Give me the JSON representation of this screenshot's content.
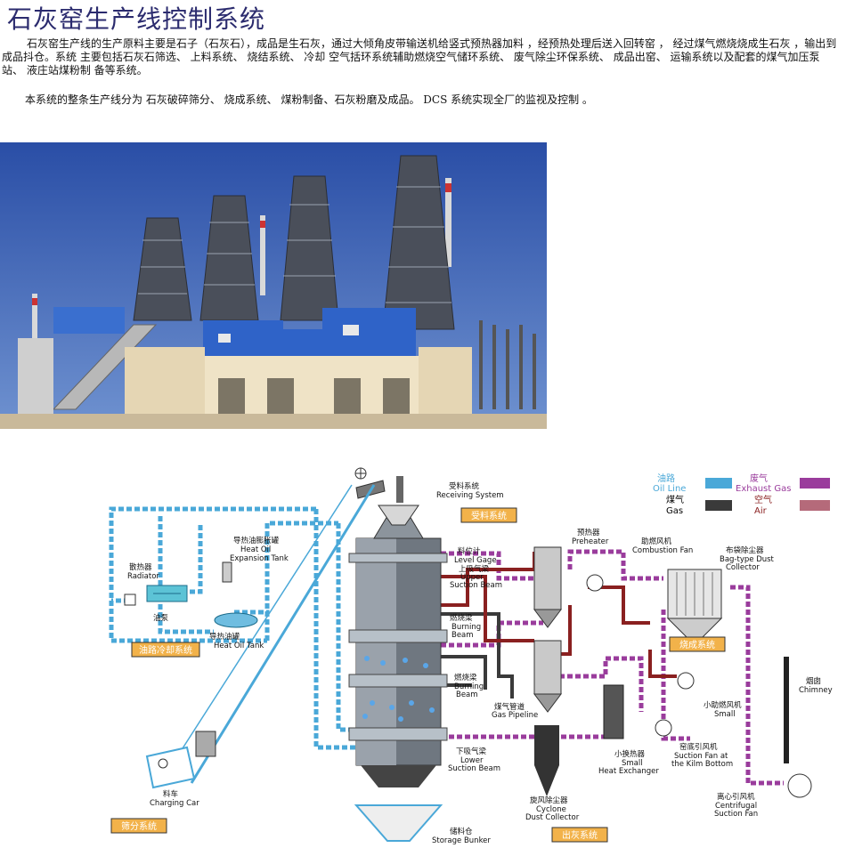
{
  "title": "石灰窑生产线控制系统",
  "intro": {
    "p1": "石灰窑生产线的生产原料主要是石子（石灰石），成品是生石灰，通过大倾角皮带输送机给竖式预热器加料 ，经预热处理后送入回转窑 ， 经过煤气燃烧烧成生石灰 ，输出到成品抖仓。系统 主要包括石灰石筛选、 上料系统、 烧结系统、 冷却 空气括环系统辅助燃烧空气储环系统、 废气除尘环保系统、 成品出窑、 运输系统以及配套的煤气加压泵站、 液庄站煤粉制 备等系统。",
    "p2": "本系统的整条生产线分为 石灰破碎筛分、 烧成系统、 煤粉制备、石灰粉磨及成品。 DCS 系统实现全厂的监视及控制 。"
  },
  "legend": {
    "oil_cn": "油路",
    "oil_en": "Oil Line",
    "exhaust_cn": "废气",
    "exhaust_en": "Exhaust Gas",
    "gas_cn": "煤气",
    "gas_en": "Gas",
    "air_cn": "空气",
    "air_en": "Air"
  },
  "colors": {
    "oil": "#4aa8d8",
    "exhaust": "#9a3c9c",
    "gas": "#3a3a3a",
    "air": "#8a2020",
    "system_box": "#f2b24a",
    "sky": "#2f55a8",
    "building_blue": "#2f63c8"
  },
  "systems": {
    "receiving": "受料系统",
    "oil_cooling": "油路冷却系统",
    "firing": "烧成系统",
    "screening": "筛分系统",
    "discharge": "出灰系统"
  },
  "labels": {
    "receiving_cn": "受料系统",
    "receiving_en": "Receiving System",
    "expansion_cn": "导热油膨胀罐",
    "expansion_en1": "Heat Oil",
    "expansion_en2": "Expansion Tank",
    "radiator_cn": "散热器",
    "radiator_en": "Radiator",
    "oilpump_cn": "油泵",
    "heatoiltank_cn": "导热油罐",
    "heatoiltank_en": "Heat Oil Tank",
    "levelgage_cn": "料位计",
    "levelgage_en": "Level Gage",
    "upper_cn": "上吸气梁",
    "upper_en1": "Upper",
    "upper_en2": "Suction Beam",
    "burning1_cn": "燃烧梁",
    "burning1_en1": "Burning",
    "burning1_en2": "Beam",
    "burning2_cn": "燃烧梁",
    "burning2_en1": "Burning",
    "burning2_en2": "Beam",
    "gaspipe_cn": "煤气管道",
    "gaspipe_en": "Gas Pipeline",
    "lower_cn": "下吸气梁",
    "lower_en1": "Lower",
    "lower_en2": "Suction Beam",
    "preheater_cn": "预热器",
    "preheater_en": "Preheater",
    "combfan_cn": "助燃风机",
    "combfan_en": "Combustion Fan",
    "bagdust_cn": "布袋除尘器",
    "bagdust_en1": "Bag-type Dust",
    "bagdust_en2": "Collector",
    "smallfan_cn": "小助燃风机",
    "smallfan_en": "Small",
    "kilnfan_cn": "窑底引风机",
    "kilnfan_en1": "Suction Fan at",
    "kilnfan_en2": "the Kilm Bottom",
    "smallhx_cn": "小换热器",
    "smallhx_en1": "Small",
    "smallhx_en2": "Heat Exchanger",
    "cyclone_cn": "旋风除尘器",
    "cyclone_en1": "Cyclone",
    "cyclone_en2": "Dust Collector",
    "chimney_cn": "烟囱",
    "chimney_en": "Chimney",
    "centfan_cn": "离心引风机",
    "centfan_en1": "Centrifugal",
    "centfan_en2": "Suction Fan",
    "chargingcar_cn": "料车",
    "chargingcar_en": "Charging Car",
    "bunker_cn": "储料仓",
    "bunker_en": "Storage Bunker"
  }
}
